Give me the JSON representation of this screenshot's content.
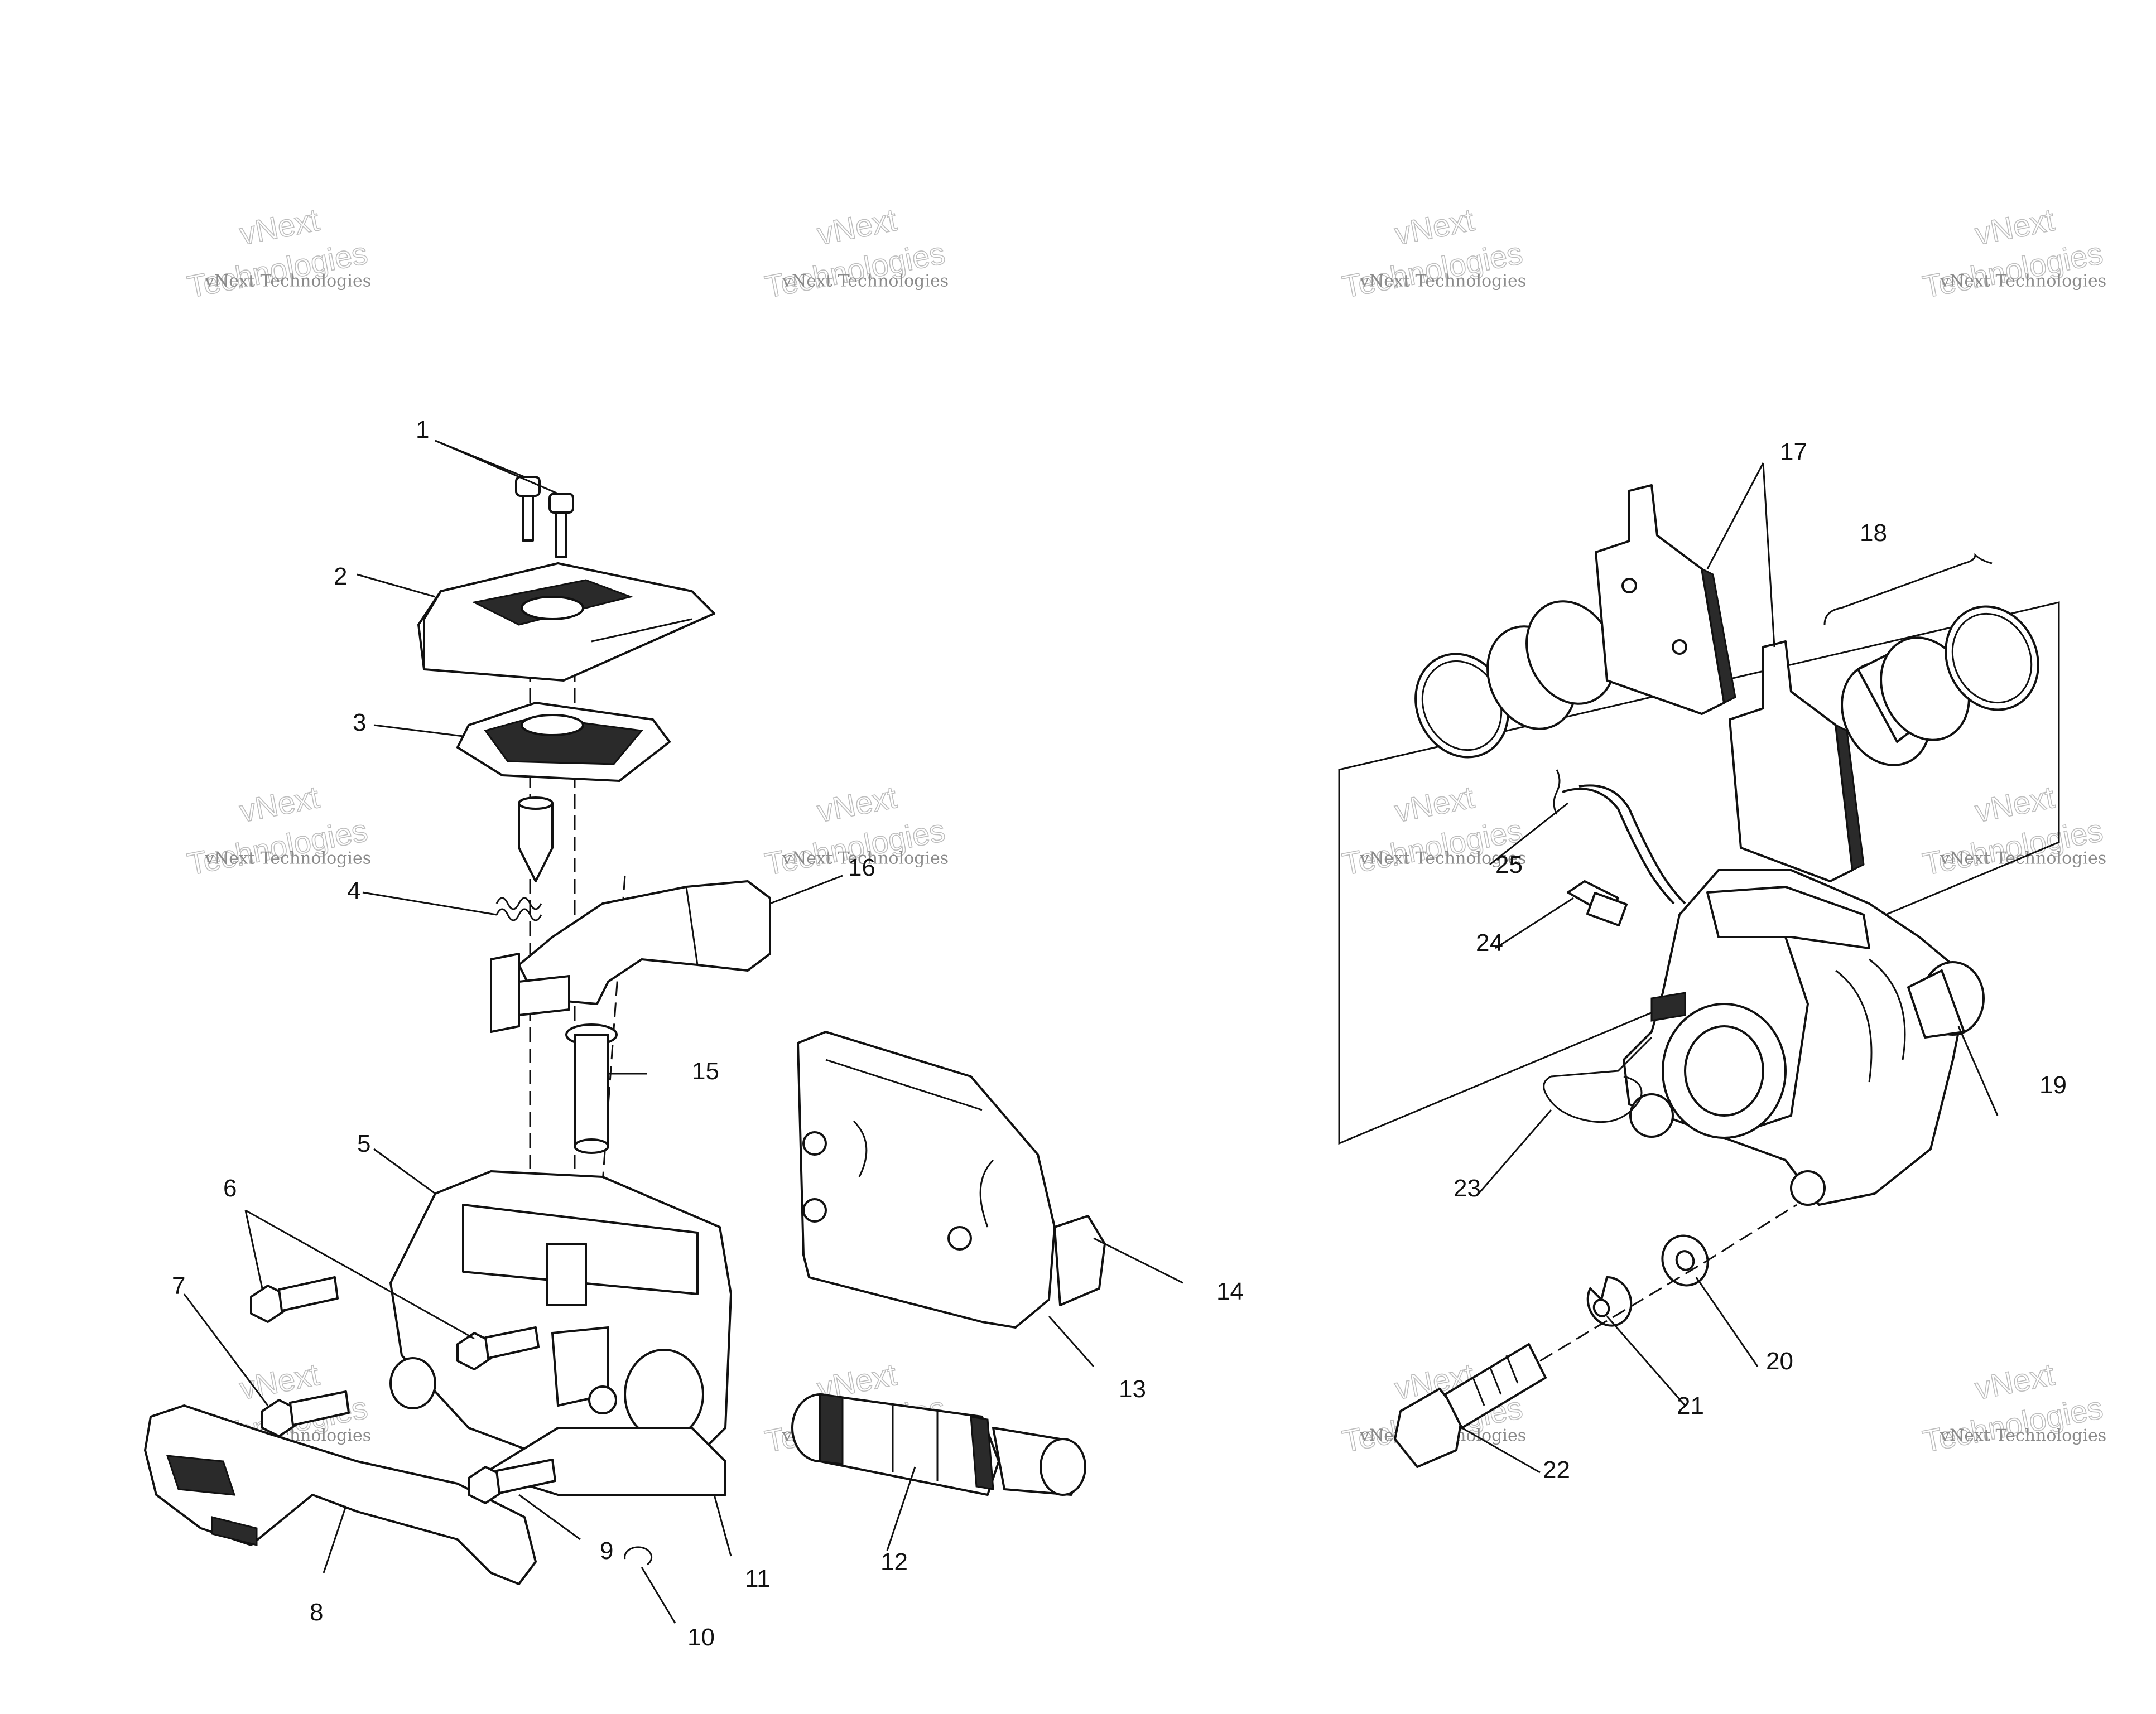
{
  "callouts": [
    {
      "id": "1",
      "label": "1"
    },
    {
      "id": "2",
      "label": "2"
    },
    {
      "id": "3",
      "label": "3"
    },
    {
      "id": "4",
      "label": "4"
    },
    {
      "id": "5",
      "label": "5"
    },
    {
      "id": "6",
      "label": "6"
    },
    {
      "id": "7",
      "label": "7"
    },
    {
      "id": "8",
      "label": "8"
    },
    {
      "id": "9",
      "label": "9"
    },
    {
      "id": "10",
      "label": "10"
    },
    {
      "id": "11",
      "label": "11"
    },
    {
      "id": "12",
      "label": "12"
    },
    {
      "id": "13",
      "label": "13"
    },
    {
      "id": "14",
      "label": "14"
    },
    {
      "id": "15",
      "label": "15"
    },
    {
      "id": "16",
      "label": "16"
    },
    {
      "id": "17",
      "label": "17"
    },
    {
      "id": "18",
      "label": "18"
    },
    {
      "id": "19",
      "label": "19"
    },
    {
      "id": "20",
      "label": "20"
    },
    {
      "id": "21",
      "label": "21"
    },
    {
      "id": "22",
      "label": "22"
    },
    {
      "id": "23",
      "label": "23"
    },
    {
      "id": "24",
      "label": "24"
    },
    {
      "id": "25",
      "label": "25"
    }
  ],
  "watermark": {
    "line_small": "vNext Technologies",
    "line_big_1": "vNext",
    "line_big_2": "Technologies"
  },
  "colors": {
    "ink": "#111111",
    "watermark": "#bdbdbd"
  }
}
